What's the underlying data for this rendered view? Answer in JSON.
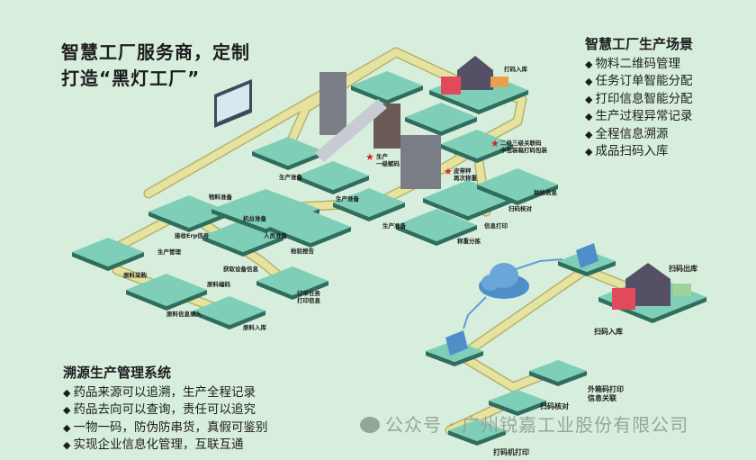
{
  "title": {
    "line1": "智慧工厂服务商，定制",
    "line2": "打造“黑灯工厂”"
  },
  "scenario_panel": {
    "heading": "智慧工厂生产场景",
    "items": [
      "物料二维码管理",
      "任务订单智能分配",
      "打印信息智能分配",
      "生产过程异常记录",
      "全程信息溯源",
      "成品扫码入库"
    ]
  },
  "trace_panel": {
    "heading": "溯源生产管理系统",
    "items": [
      "药品来源可以追溯，生产全程记录",
      "药品去向可以查询，责任可以追究",
      "一物一码，防伪防串货，真假可鉴别",
      "实现企业信息化管理，互联互通"
    ]
  },
  "labels": {
    "material_prep": "物料准备",
    "erp_signal": "接收Erp信号",
    "machine_prep": "机台准备",
    "staff_prep": "人员准备",
    "inspection_report": "检验报告",
    "production_mgmt": "生产管理",
    "raw_purchase": "原料采购",
    "device_info": "获取设备信息",
    "raw_coding": "原料编码",
    "order_print_1": "订单任务",
    "order_print_2": "打印信息",
    "raw_info_entry": "原料信息录入",
    "raw_storage": "原料入库",
    "prod_prep_1": "生产准备",
    "prod_prep_2": "生产准备",
    "prod_prep_3": "生产准备",
    "level1_code_1": "生产",
    "level1_code_2": "一级赋码",
    "code_storage_top": "打码入库",
    "multi_level_1": "二级三级关联码",
    "multi_level_2": "中包装箱打码包装",
    "belt_weigh_1": "皮带秤",
    "belt_weigh_2": "再次称重",
    "sampling_info": "抽检信息",
    "scan_check_top": "扫码核对",
    "info_print": "信息打印",
    "weigh_sort": "称重分拣",
    "scan_out": "扫码出库",
    "scan_in": "扫码入库",
    "outer_box_1": "外箱码打印",
    "outer_box_2": "信息关联",
    "scan_check_bottom": "扫码核对",
    "coder_print": "打码机打印"
  },
  "watermark": "公众号 · 广州锐嘉工业股份有限公司",
  "colors": {
    "background": "#d8eedd",
    "tile": "#7fcfb8",
    "tile_side": "#2f6e5e",
    "path": "#e6e3a0",
    "path_edge": "#b5b26a",
    "star": "#e02020",
    "cloud": "#4f8fc9"
  }
}
